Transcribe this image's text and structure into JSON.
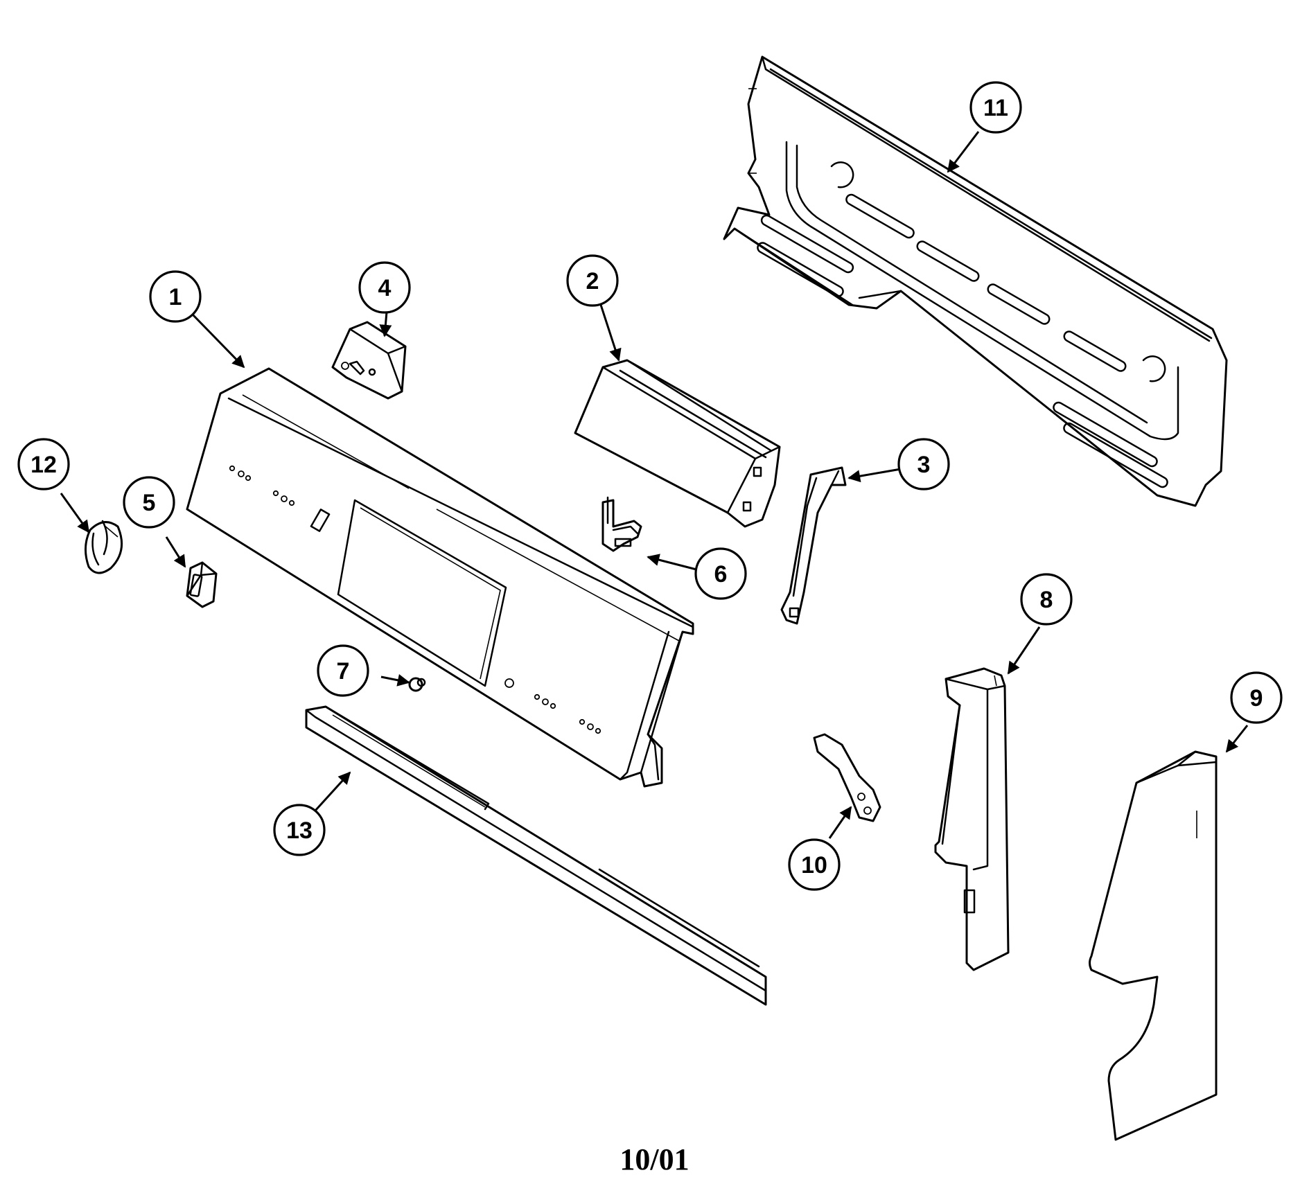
{
  "callouts": [
    "1",
    "2",
    "3",
    "4",
    "5",
    "6",
    "7",
    "8",
    "9",
    "10",
    "11",
    "12",
    "13"
  ],
  "date_code": "10/01"
}
